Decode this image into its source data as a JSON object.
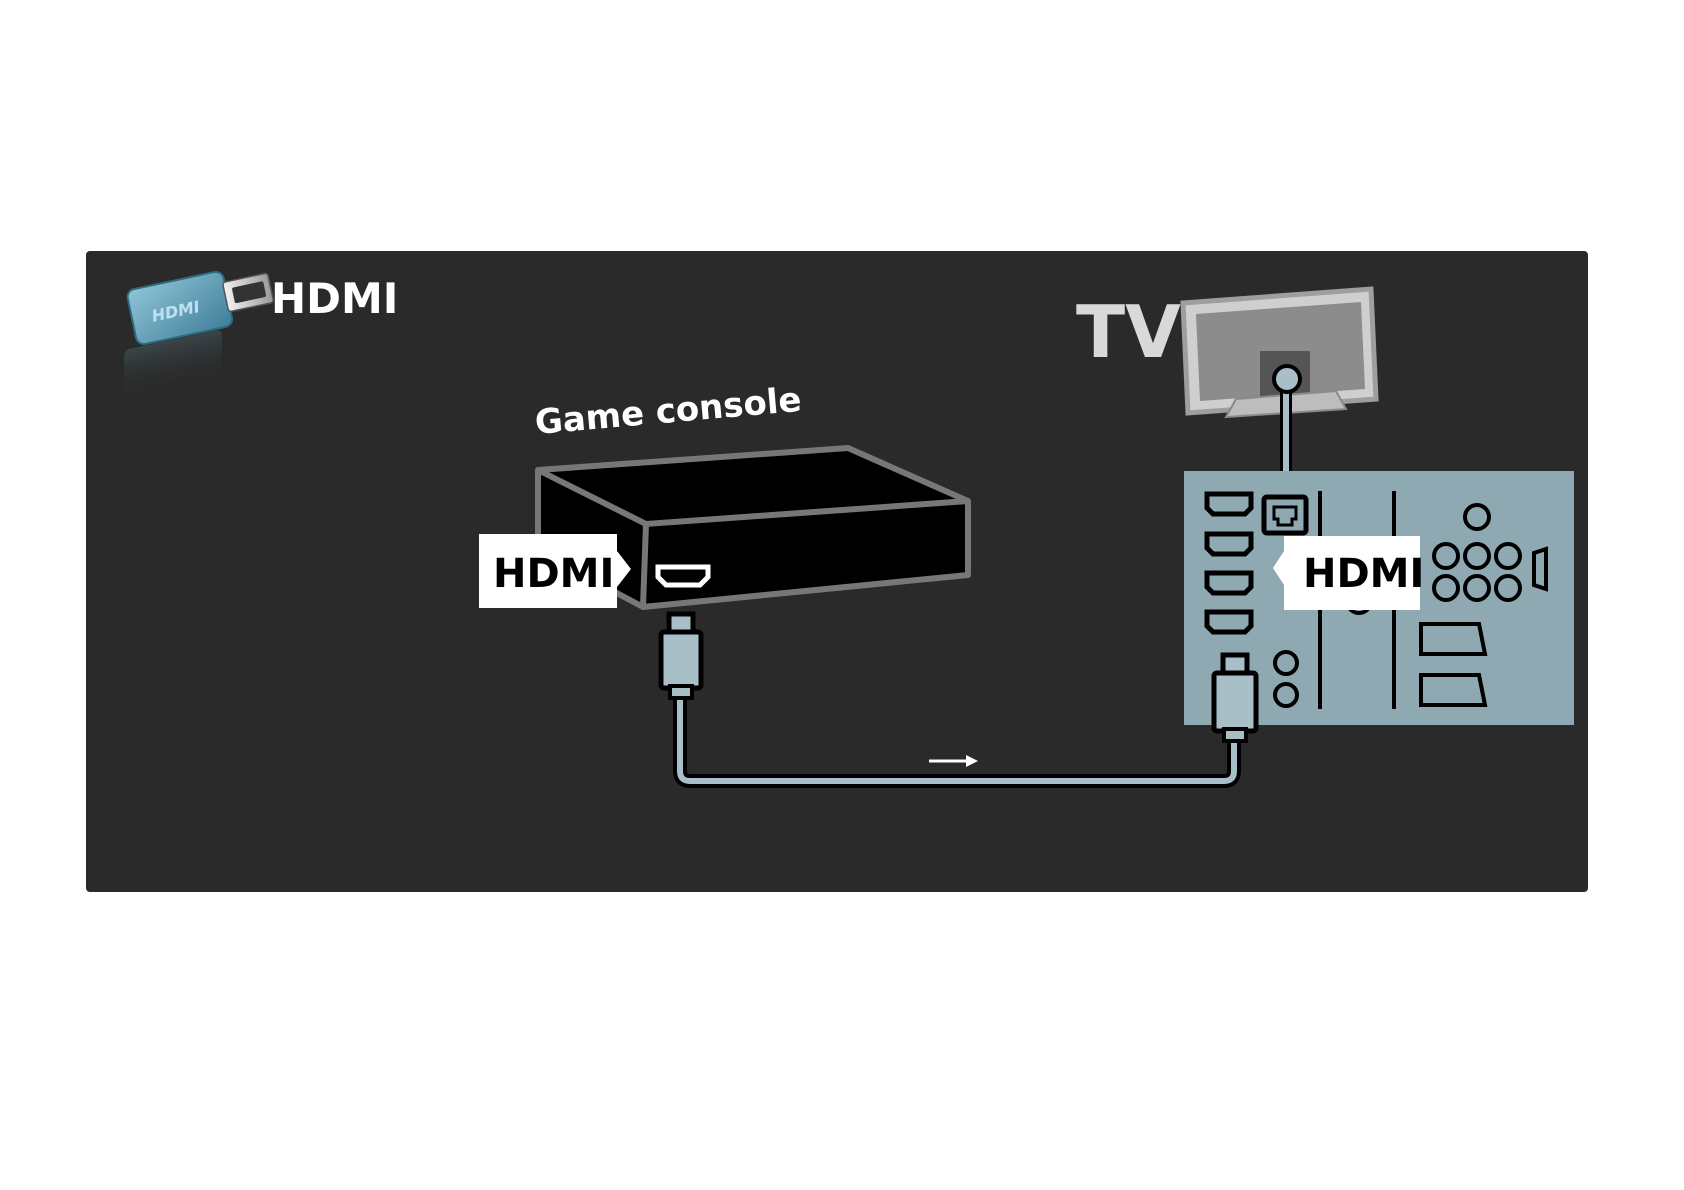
{
  "diagram": {
    "connector_legend_label": "HDMI",
    "tv_label": "TV",
    "device_label": "Game console",
    "device_port_label": "HDMI",
    "tv_port_label": "HDMI",
    "connector_icon_text": "HDMI"
  },
  "colors": {
    "panel_background": "#2a2a2a",
    "label_white": "#ffffff",
    "label_gray": "#d9d9d9",
    "tv_panel": "#8fa9b3",
    "cable": "#a9bfc8",
    "device_body": "#000000",
    "device_outline": "#777777"
  }
}
